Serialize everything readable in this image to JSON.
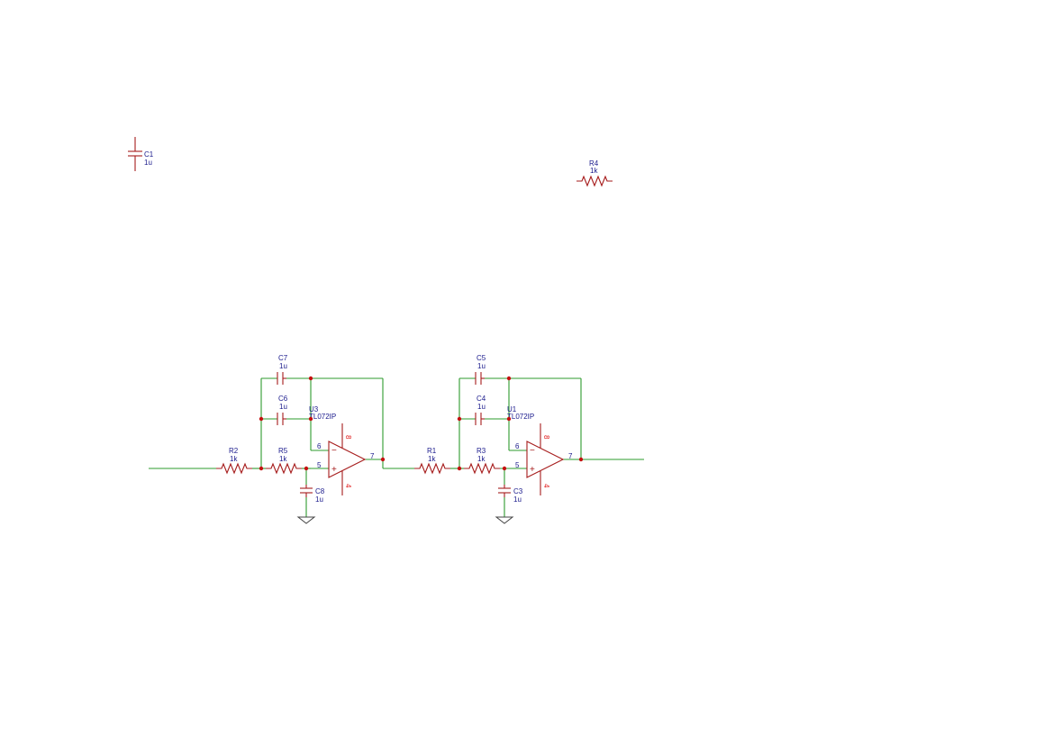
{
  "components": {
    "C1": {
      "ref": "C1",
      "value": "1u"
    },
    "R4": {
      "ref": "R4",
      "value": "1k"
    },
    "C7": {
      "ref": "C7",
      "value": "1u"
    },
    "C6": {
      "ref": "C6",
      "value": "1u"
    },
    "U3": {
      "ref": "U3",
      "value": "TL072IP"
    },
    "R2": {
      "ref": "R2",
      "value": "1k"
    },
    "R5": {
      "ref": "R5",
      "value": "1k"
    },
    "C8": {
      "ref": "C8",
      "value": "1u"
    },
    "C5": {
      "ref": "C5",
      "value": "1u"
    },
    "C4": {
      "ref": "C4",
      "value": "1u"
    },
    "U1": {
      "ref": "U1",
      "value": "TL072IP"
    },
    "R1": {
      "ref": "R1",
      "value": "1k"
    },
    "R3": {
      "ref": "R3",
      "value": "1k"
    },
    "C3": {
      "ref": "C3",
      "value": "1u"
    }
  },
  "pins": {
    "inv": "6",
    "noninv": "5",
    "out": "7",
    "vplus": "8",
    "vminus": "4",
    "minus_sign": "−",
    "plus_sign": "+"
  },
  "colors": {
    "wire": "#2e9b2e",
    "part": "#a61b1b",
    "junction": "#c41010",
    "label": "#1a1a8c",
    "power_pin": "#e01818"
  }
}
